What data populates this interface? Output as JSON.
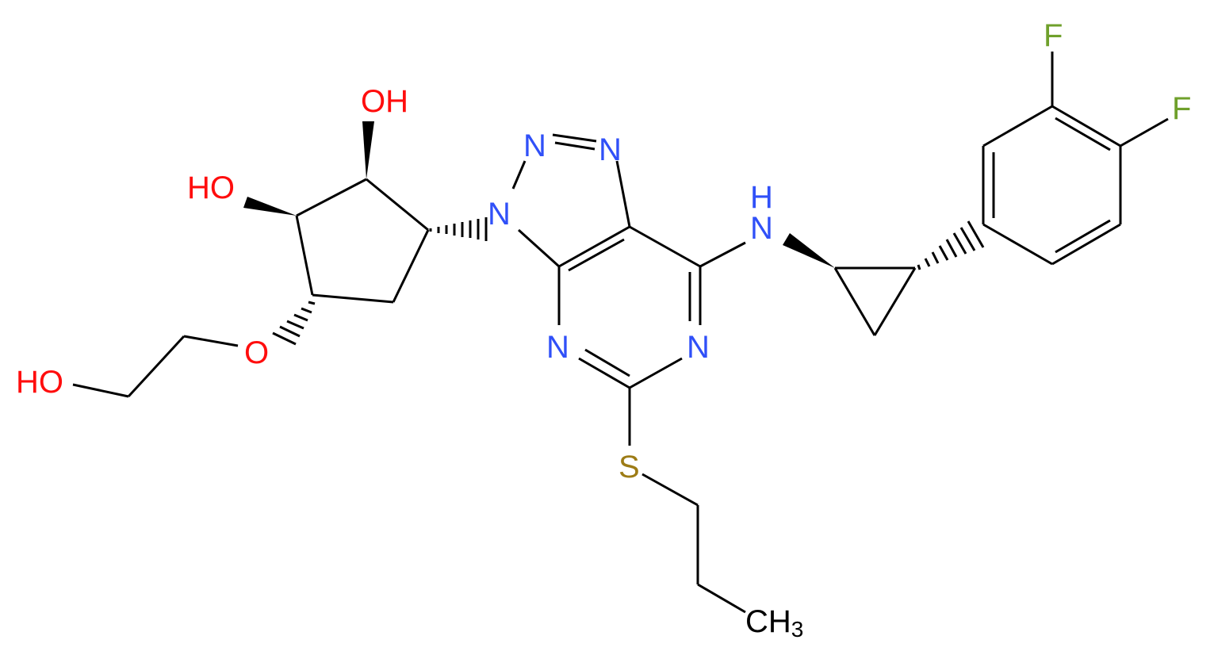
{
  "colors": {
    "carbon": "#000000",
    "oxygen": "#ff0d0d",
    "nitrogen": "#3050f8",
    "fluorine": "#6fa02b",
    "sulfur": "#9d7c16"
  },
  "atoms": {
    "oh_top": "OH",
    "ho_left": "HO",
    "ho_chain": "HO",
    "o_ether": "O",
    "n_triazole_top": "N",
    "n_triazole_right": "N",
    "n9": "N",
    "nh": "N",
    "h_amine": "H",
    "n_pyrimidine_right": "N",
    "n_pyrimidine_left": "N",
    "s_thio": "S",
    "ch3_main": "CH",
    "ch3_sub": "3",
    "f_top": "F",
    "f_right": "F"
  }
}
